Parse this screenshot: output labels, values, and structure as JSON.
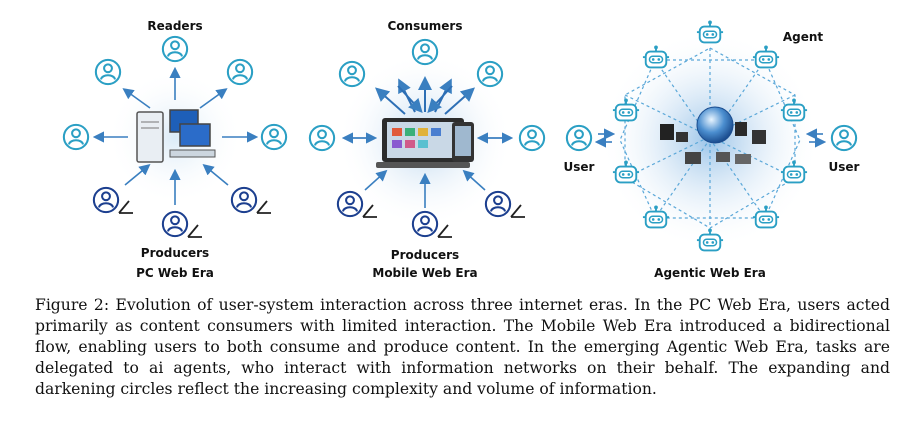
{
  "figure": {
    "pc": {
      "top_label": "Readers",
      "bottom_label": "Producers",
      "era": "PC Web Era"
    },
    "mobile": {
      "top_label": "Consumers",
      "bottom_label": "Producers",
      "era": "Mobile Web Era"
    },
    "agentic": {
      "agent_label": "Agent",
      "user_left": "User",
      "user_right": "User",
      "era": "Agentic Web Era"
    }
  },
  "caption": {
    "text": "Figure 2: Evolution of user-system interaction across three internet eras. In the PC Web Era, users acted primarily as content consumers with limited interaction. The Mobile Web Era introduced a bidirectional flow, enabling users to both consume and produce content. In the emerging Agentic Web Era, tasks are delegated to ai agents, who interact with information networks on their behalf. The expanding and darkening circles reflect the increasing complexity and volume of information."
  },
  "colors": {
    "user_icon": "#2a9fc4",
    "producer_icon": "#1c3f8f",
    "arrow": "#3a7fc0",
    "halo": "#bfd9ef"
  }
}
